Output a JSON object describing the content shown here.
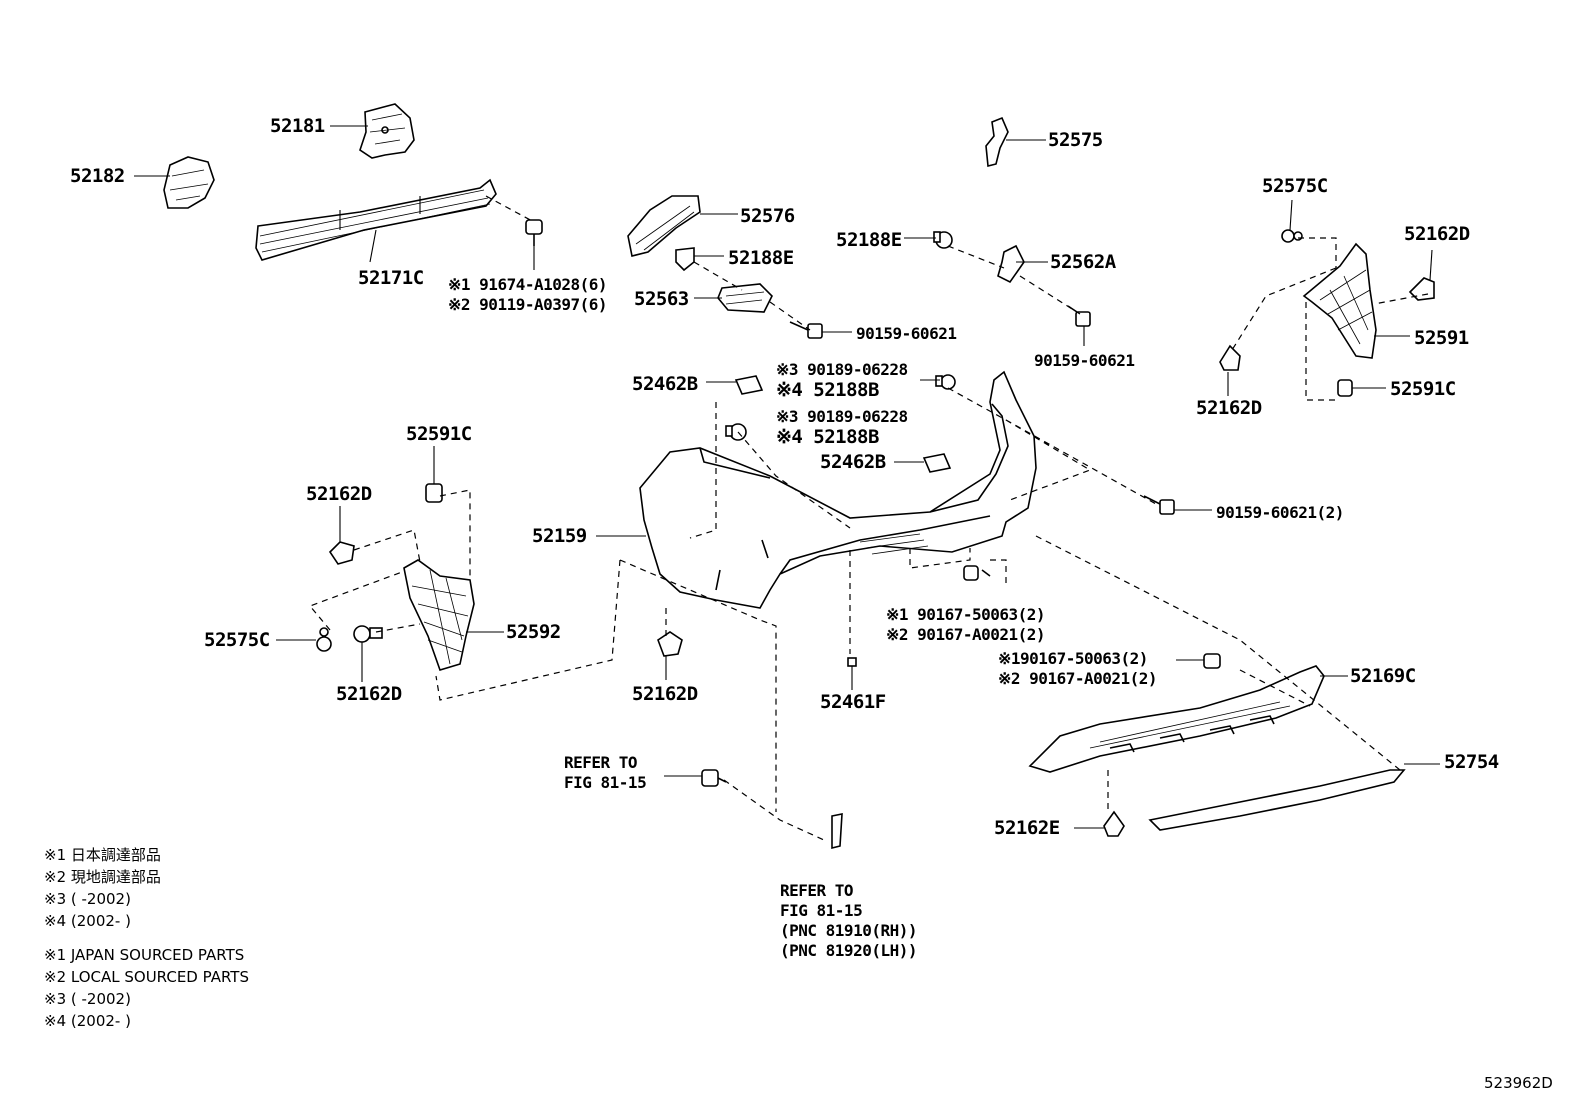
{
  "labels": {
    "p52181": "52181",
    "p52182": "52182",
    "p52171C": "52171C",
    "note_91674": "※1 91674-A1028(6)",
    "note_90119": "※2 90119-A0397(6)",
    "p52576": "52576",
    "p52188E_a": "52188E",
    "p52563": "52563",
    "p90159_a": "90159-60621",
    "p52575": "52575",
    "p52188E_b": "52188E",
    "p52562A": "52562A",
    "p90159_b": "90159-60621",
    "p52575C_r": "52575C",
    "p52162D_r1": "52162D",
    "p52591_r": "52591",
    "p52162D_r2": "52162D",
    "p52591C_r": "52591C",
    "p52462B_a": "52462B",
    "n3_90189_a": "※3 90189-06228",
    "n4_52188B_a": "※4 52188B",
    "n3_90189_b": "※3 90189-06228",
    "n4_52188B_b": "※4 52188B",
    "p52462B_b": "52462B",
    "p90159_c": "90159-60621(2)",
    "p52591C_l": "52591C",
    "p52162D_l1": "52162D",
    "p52159": "52159",
    "p52592": "52592",
    "p52575C_l": "52575C",
    "p52162D_l2": "52162D",
    "p52162D_c": "52162D",
    "p52461F": "52461F",
    "n1_90167_a": "※1 90167-50063(2)",
    "n2_90167_a": "※2 90167-A0021(2)",
    "n1_90167_b": "※190167-50063(2)",
    "n2_90167_b": "※2 90167-A0021(2)",
    "p52169C": "52169C",
    "p52754": "52754",
    "p52162E": "52162E",
    "refer1_a": "REFER TO",
    "refer1_b": "FIG 81-15",
    "refer2_a": "REFER TO",
    "refer2_b": "FIG 81-15",
    "refer2_c": "(PNC 81910(RH))",
    "refer2_d": "(PNC 81920(LH))",
    "legend1": "※1 日本調達部品",
    "legend2": "※2 現地調達部品",
    "legend3": "※3 (       -2002)",
    "legend4": "※4 (2002-       )",
    "legend5": "※1 JAPAN SOURCED PARTS",
    "legend6": "※2 LOCAL SOURCED PARTS",
    "legend7": "※3 (       -2002)",
    "legend8": "※4 (2002-       )",
    "figure_id": "523962D"
  }
}
